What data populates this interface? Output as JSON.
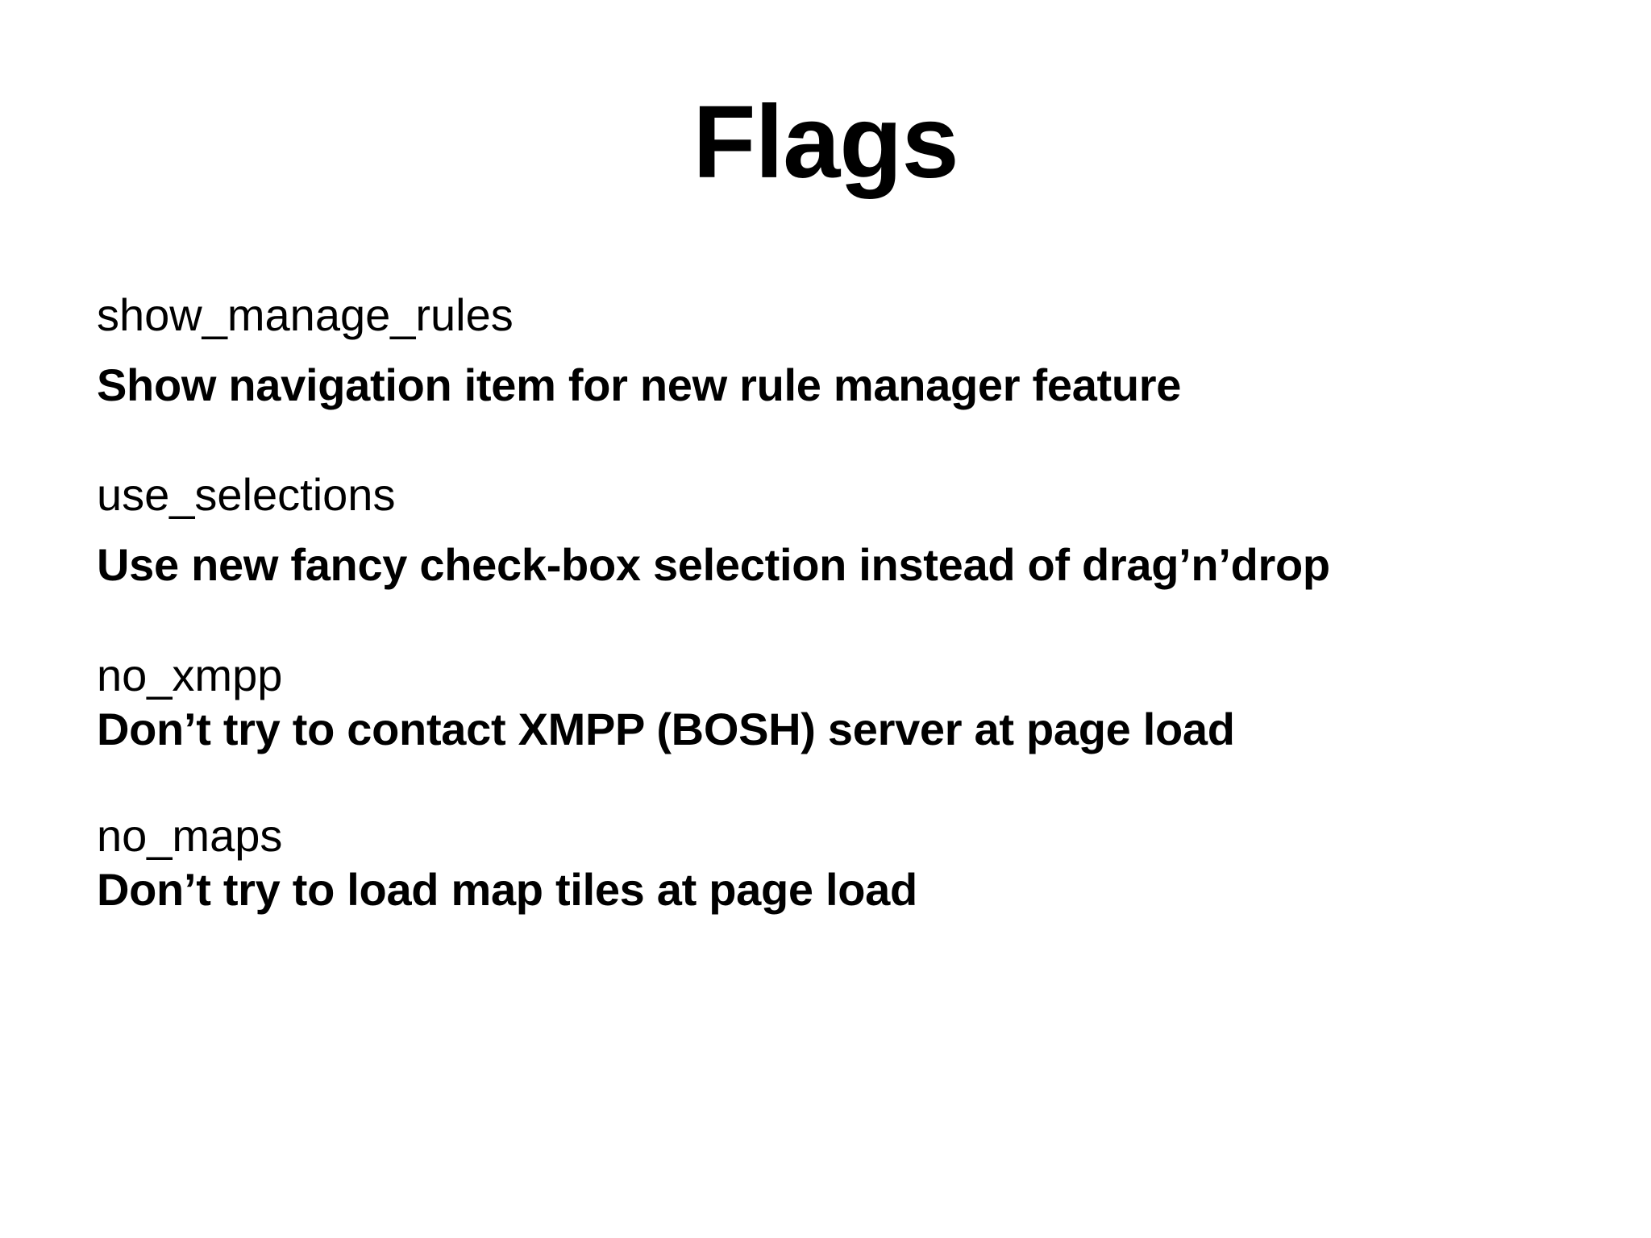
{
  "slide": {
    "title": "Flags",
    "background_color": "#FFFFFF",
    "text_color": "#000000"
  },
  "flags": [
    {
      "name": "show_manage_rules",
      "description": "Show navigation item for new rule manager feature"
    },
    {
      "name": "use_selections",
      "description": "Use new fancy check-box selection instead of drag’n’drop"
    },
    {
      "name": "no_xmpp",
      "description": "Don’t try to contact XMPP (BOSH) server at page load"
    },
    {
      "name": "no_maps",
      "description": "Don’t try to load map tiles at page load"
    }
  ]
}
